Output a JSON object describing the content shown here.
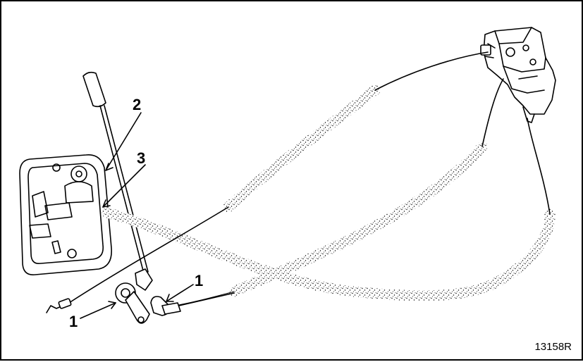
{
  "callouts": {
    "label_1_left": "1",
    "label_1_right": "1",
    "label_2": "2",
    "label_3": "3"
  },
  "reference_code": "13158R",
  "colors": {
    "line": "#000000",
    "background": "#ffffff"
  }
}
